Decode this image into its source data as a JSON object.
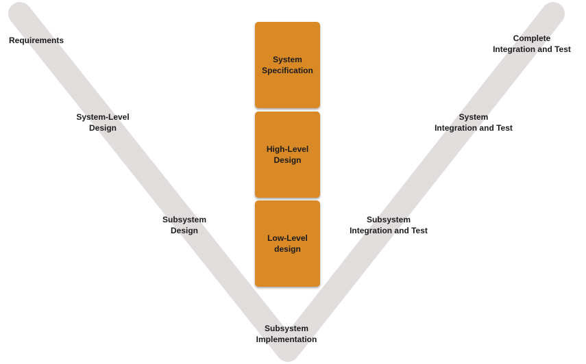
{
  "colors": {
    "v_stroke": "#e0dddc",
    "box_fill": "#d98a26",
    "text": "#1a1a1a"
  },
  "left_labels": {
    "requirements": "Requirements",
    "system_level_design": [
      "System-Level",
      "Design"
    ],
    "subsystem_design": [
      "Subsystem",
      "Design"
    ]
  },
  "bottom_label": [
    "Subsystem",
    "Implementation"
  ],
  "right_labels": {
    "complete_integration": [
      "Complete",
      "Integration and Test"
    ],
    "system_integration": [
      "System",
      "Integration and Test"
    ],
    "subsystem_integration": [
      "Subsystem",
      "Integration and Test"
    ]
  },
  "boxes": [
    [
      "System",
      "Specification"
    ],
    [
      "High-Level",
      "Design"
    ],
    [
      "Low-Level",
      "design"
    ]
  ]
}
